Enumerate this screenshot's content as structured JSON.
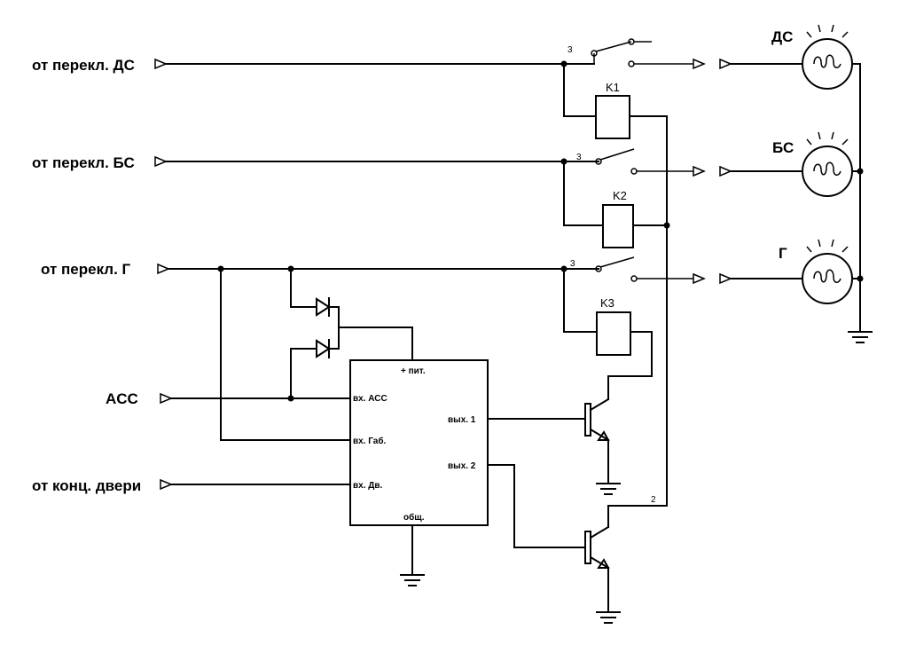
{
  "inputs": {
    "ds": "от перекл. ДС",
    "bs": "от перекл. БС",
    "g": "от перекл. Г",
    "acc": "ACC",
    "door": "от конц. двери"
  },
  "lamps": {
    "ds": "ДС",
    "bs": "БС",
    "g": "Г"
  },
  "relays": {
    "k1": "K1",
    "k2": "K2",
    "k3": "K3"
  },
  "pins": {
    "contact_k1": "3",
    "contact_k2": "3",
    "contact_k3": "3",
    "coil_feed": "2"
  },
  "ic": {
    "power": "+ пит.",
    "in_acc": "вх. АСС",
    "in_gab": "вх. Габ.",
    "in_door": "вх. Дв.",
    "out1": "вых. 1",
    "out2": "вых. 2",
    "common": "общ."
  }
}
